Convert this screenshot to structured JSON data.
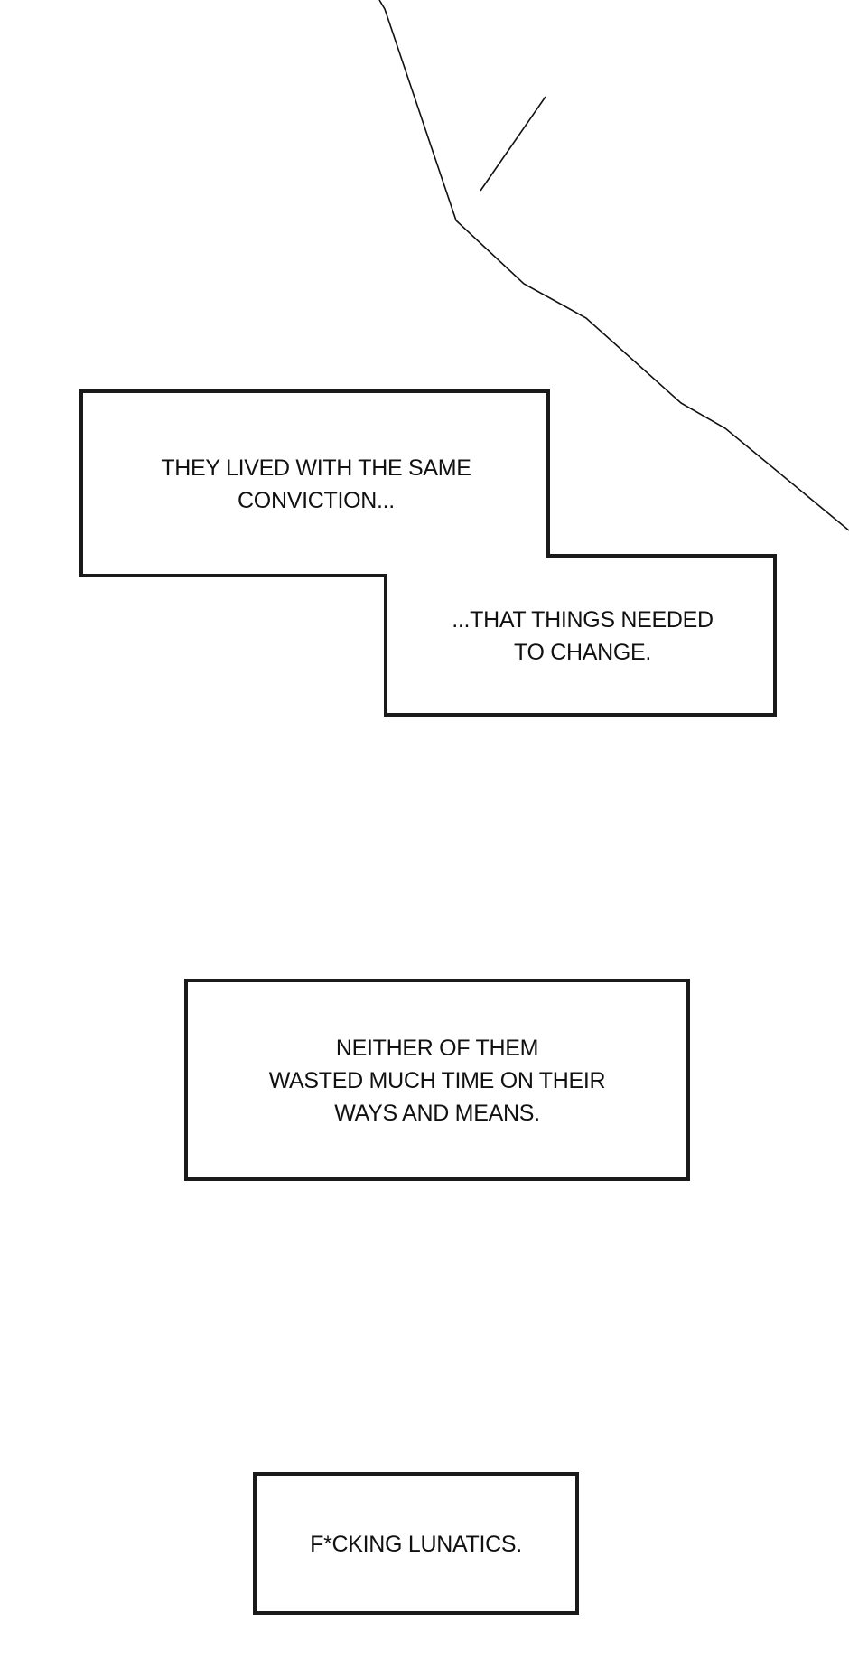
{
  "captions": {
    "caption_1": "THEY LIVED WITH THE SAME CONVICTION...",
    "caption_1_lines": [
      "THEY LIVED WITH THE SAME",
      "CONVICTION..."
    ],
    "caption_2_lines": [
      "...THAT THINGS NEEDED",
      "TO CHANGE."
    ],
    "caption_3_lines": [
      "NEITHER OF THEM",
      "WASTED MUCH TIME ON THEIR",
      "WAYS AND MEANS."
    ],
    "caption_4_lines": [
      "F*CKING LUNATICS."
    ]
  },
  "colors": {
    "ink": "#1a1a1a",
    "paper": "#ffffff"
  }
}
